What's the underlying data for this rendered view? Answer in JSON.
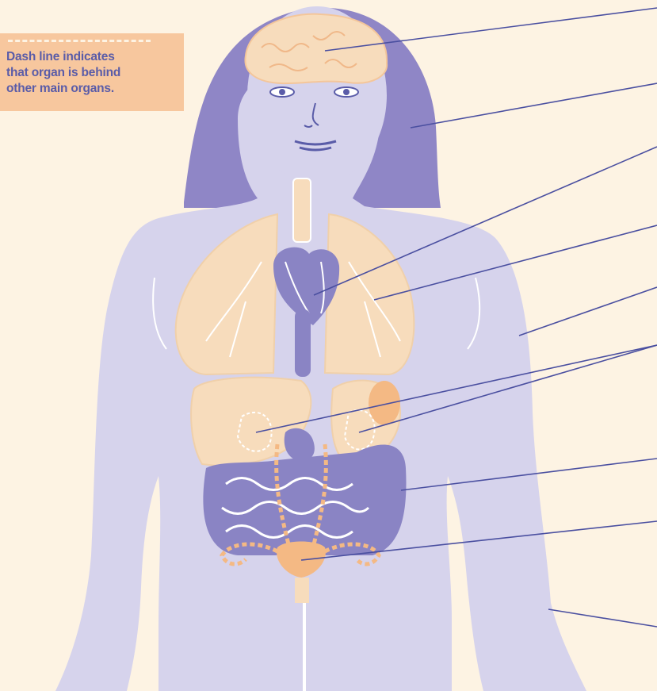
{
  "legend": {
    "lines": [
      "Dash line indicates",
      "that organ is behind",
      "other main organs."
    ]
  },
  "colors": {
    "background": "#fdf3e3",
    "body": "#d6d3ec",
    "hair": "#8f86c6",
    "organ_peach": "#f7dcbc",
    "organ_orange": "#f4b984",
    "organ_purple": "#8a84c4",
    "leader_line": "#4a4fa0"
  },
  "labels": [],
  "leader_lines": [
    {
      "id": "brain"
    },
    {
      "id": "hair-skin"
    },
    {
      "id": "heart"
    },
    {
      "id": "lungs"
    },
    {
      "id": "body-wall"
    },
    {
      "id": "kidney-left"
    },
    {
      "id": "kidney-right"
    },
    {
      "id": "intestines"
    },
    {
      "id": "reproductive"
    },
    {
      "id": "hand"
    }
  ]
}
